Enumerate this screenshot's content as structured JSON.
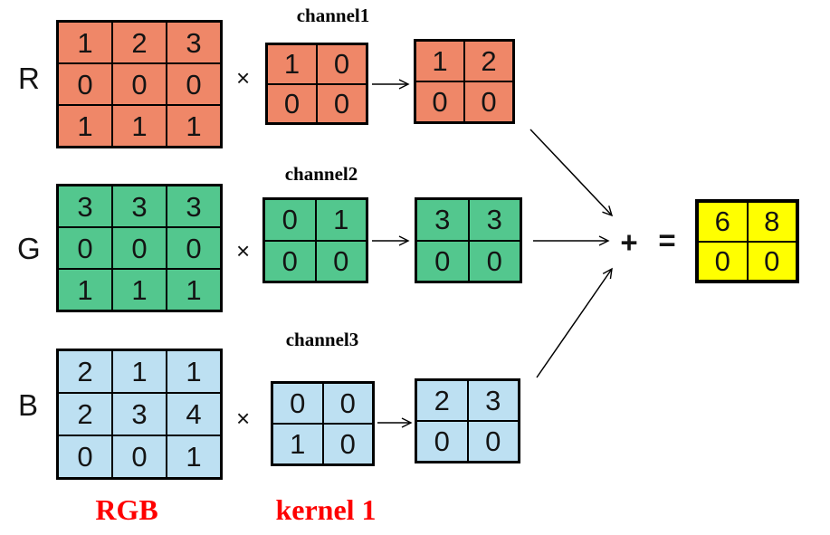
{
  "colors": {
    "red_matrix": "#EF8768",
    "green_matrix": "#53C78E",
    "blue_matrix": "#BDE0F2",
    "output_matrix": "#FFFF00",
    "footer_text": "#FE0000"
  },
  "rows": [
    {
      "channel_label": "R",
      "multiply_sign": "×",
      "kernel_title": "channel1",
      "input": {
        "cols": 3,
        "values": [
          "1",
          "2",
          "3",
          "0",
          "0",
          "0",
          "1",
          "1",
          "1"
        ]
      },
      "kernel": {
        "cols": 2,
        "values": [
          "1",
          "0",
          "0",
          "0"
        ]
      },
      "result": {
        "cols": 2,
        "values": [
          "1",
          "2",
          "0",
          "0"
        ]
      }
    },
    {
      "channel_label": "G",
      "multiply_sign": "×",
      "kernel_title": "channel2",
      "input": {
        "cols": 3,
        "values": [
          "3",
          "3",
          "3",
          "0",
          "0",
          "0",
          "1",
          "1",
          "1"
        ]
      },
      "kernel": {
        "cols": 2,
        "values": [
          "0",
          "1",
          "0",
          "0"
        ]
      },
      "result": {
        "cols": 2,
        "values": [
          "3",
          "3",
          "0",
          "0"
        ]
      }
    },
    {
      "channel_label": "B",
      "multiply_sign": "×",
      "kernel_title": "channel3",
      "input": {
        "cols": 3,
        "values": [
          "2",
          "1",
          "1",
          "2",
          "3",
          "4",
          "0",
          "0",
          "1"
        ]
      },
      "kernel": {
        "cols": 2,
        "values": [
          "0",
          "0",
          "1",
          "0"
        ]
      },
      "result": {
        "cols": 2,
        "values": [
          "2",
          "3",
          "0",
          "0"
        ]
      }
    }
  ],
  "combine": {
    "plus_sign": "+",
    "equals_sign": "="
  },
  "output": {
    "cols": 2,
    "values": [
      "6",
      "8",
      "0",
      "0"
    ]
  },
  "footer": {
    "rgb_label": "RGB",
    "kernel_label": "kernel 1"
  }
}
